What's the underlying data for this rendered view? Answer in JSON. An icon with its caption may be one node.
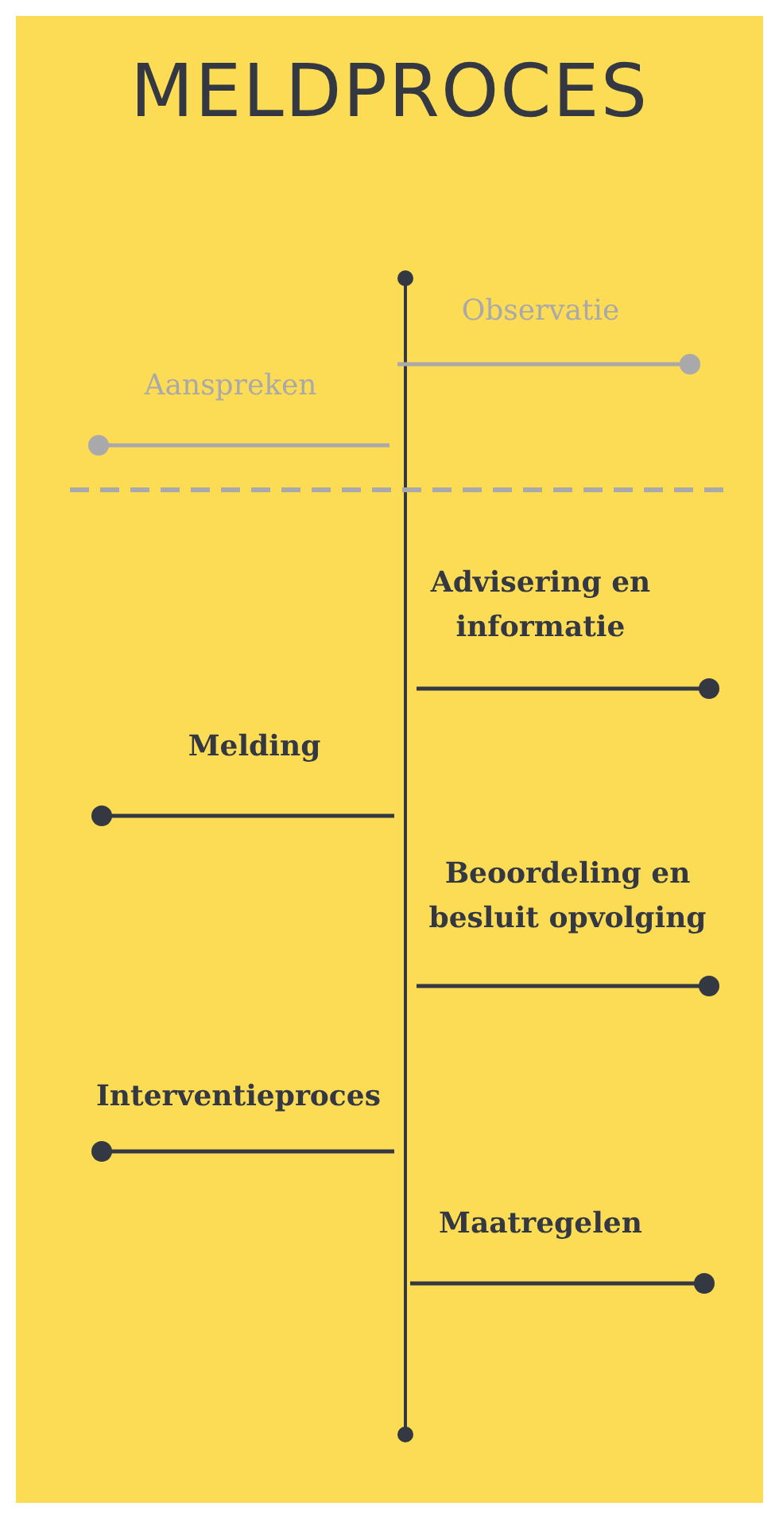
{
  "diagram": {
    "title": "MELDPROCES",
    "labels": [
      "Observatie",
      "Aanspreken",
      "Advisering en informatie",
      "Melding",
      "Beoordeling en besluit opvolging",
      "Interventieproces",
      "Maatregelen"
    ]
  }
}
